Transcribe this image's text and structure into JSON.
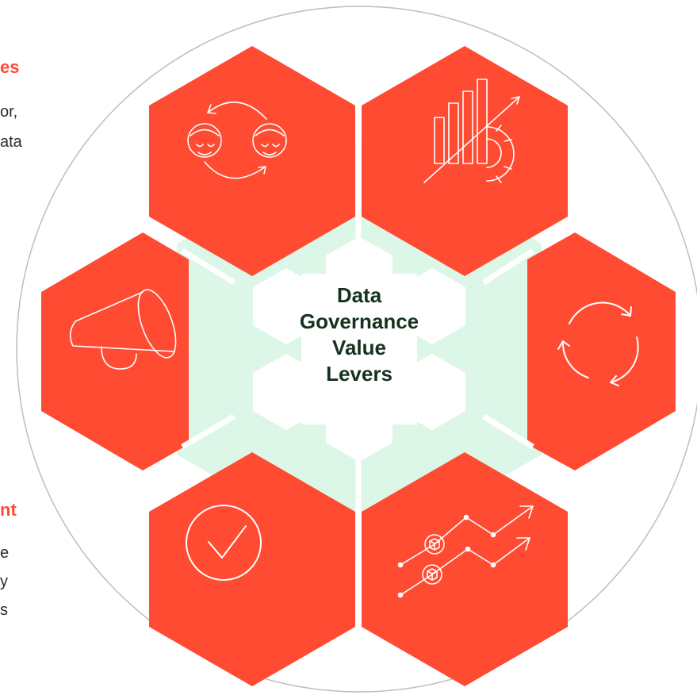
{
  "diagram": {
    "center_label_lines": [
      "Data",
      "Governance",
      "Value",
      "Levers"
    ],
    "colors": {
      "hex_fill": "#ff4b32",
      "mint": "#dcf7e8",
      "center_white": "#ffffff",
      "circle_outline": "#bdbdbd",
      "center_text": "#15321f",
      "heading_text": "#ff4b32",
      "body_text": "#2b2b2b"
    },
    "levers": [
      {
        "position": "top-left",
        "icon": "people-exchange-icon"
      },
      {
        "position": "top-right",
        "icon": "growth-chart-gear-icon"
      },
      {
        "position": "right",
        "icon": "refresh-cycle-icon"
      },
      {
        "position": "bottom-right",
        "icon": "trend-lines-icon"
      },
      {
        "position": "bottom-left",
        "icon": "checkmark-circle-icon"
      },
      {
        "position": "left",
        "icon": "megaphone-icon"
      }
    ]
  },
  "side_text": {
    "top": {
      "heading_fragment": "es",
      "line_fragments": [
        "or,",
        "ata"
      ]
    },
    "bottom": {
      "heading_fragment": "nt",
      "line_fragments": [
        "e",
        "y",
        "s"
      ]
    }
  }
}
